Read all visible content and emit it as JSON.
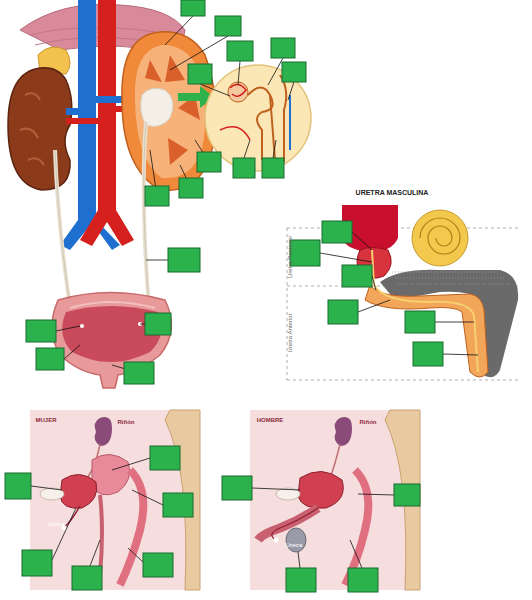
{
  "diagram": {
    "labels": [
      "URETRA MASCULINA",
      "Uretra Posterior",
      "Uretra Anterior",
      "MUJER",
      "Riñón",
      "Uretra",
      "HOMBRE",
      "Riñón",
      "Uretra"
    ]
  }
}
